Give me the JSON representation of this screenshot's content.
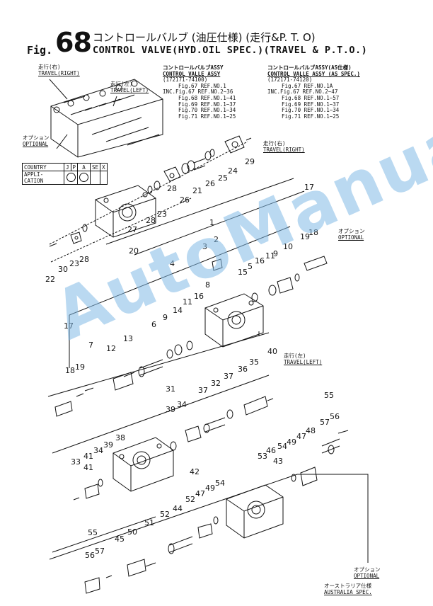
{
  "header": {
    "fig_prefix": "Fig.",
    "fig_number": "68",
    "title_jp": "コントロールバルブ (油圧仕様) (走行&P. T. O)",
    "title_en": "CONTROL VALVE(HYD.OIL SPEC.)(TRAVEL & P.T.O.)"
  },
  "assy_left": {
    "title_jp": "コントロールバルブASSY",
    "title_en": "CONTROL VALLE ASSY",
    "part_no": "(172171-74100)",
    "refs": [
      "Fig.67 REF.NO.1",
      "INC.Fig.67 REF.NO.2~36",
      "Fig.68 REF.NO.1~41",
      "Fig.69 REF.NO.1~37",
      "Fig.70 REF.NO.1~34",
      "Fig.71 REF.NO.1~25"
    ]
  },
  "assy_right": {
    "title_jp": "コントロールバルブASSY(AS仕様)",
    "title_en": "CONTROL VALLE ASSY (AS SPEC.)",
    "part_no": "(172171-74120)",
    "refs": [
      "Fig.67 REF.NO.1A",
      "INC.Fig.67 REF.NO.2~47",
      "Fig.68 REF.NO.1~57",
      "Fig.69 REF.NO.1~37",
      "Fig.70 REF.NO.1~34",
      "Fig.71 REF.NO.1~25"
    ]
  },
  "callouts": {
    "travel_right_top_jp": "走行(右)",
    "travel_right_top_en": "TRAVEL(RIGHT)",
    "travel_left_top_jp": "走行(左)",
    "travel_left_top_en": "TRAVEL(LEFT)",
    "option_top_jp": "オプション",
    "option_top_en": "OPTIONAL",
    "travel_right_mid_jp": "走行(右)",
    "travel_right_mid_en": "TRAVEL(RIGHT)",
    "option_mid_jp": "オプション",
    "option_mid_en": "OPTIONAL",
    "travel_left_mid_jp": "走行(左)",
    "travel_left_mid_en": "TRAVEL(LEFT)",
    "option_bottom_jp": "オプション",
    "option_bottom_en": "OPTIONAL",
    "australia_jp": "オーストラリア仕様",
    "australia_en": "AUSTRALIA SPEC."
  },
  "country_table": {
    "header_label": "COUNTRY",
    "columns": [
      "J",
      "P",
      "A",
      "SE",
      "X"
    ],
    "row_label_line1": "APPLI-",
    "row_label_line2": "CATION"
  },
  "watermark": "AutoManual",
  "part_numbers": [
    {
      "n": "29"
    },
    {
      "n": "24"
    },
    {
      "n": "25"
    },
    {
      "n": "26"
    },
    {
      "n": "21"
    },
    {
      "n": "28"
    },
    {
      "n": "23"
    },
    {
      "n": "26"
    },
    {
      "n": "28"
    },
    {
      "n": "27"
    },
    {
      "n": "20"
    },
    {
      "n": "30"
    },
    {
      "n": "23"
    },
    {
      "n": "28"
    },
    {
      "n": "22"
    },
    {
      "n": "17"
    },
    {
      "n": "18"
    },
    {
      "n": "19"
    },
    {
      "n": "1"
    },
    {
      "n": "2"
    },
    {
      "n": "3"
    },
    {
      "n": "4"
    },
    {
      "n": "9"
    },
    {
      "n": "10"
    },
    {
      "n": "11"
    },
    {
      "n": "16"
    },
    {
      "n": "5"
    },
    {
      "n": "15"
    },
    {
      "n": "8"
    },
    {
      "n": "16"
    },
    {
      "n": "11"
    },
    {
      "n": "14"
    },
    {
      "n": "9"
    },
    {
      "n": "6"
    },
    {
      "n": "13"
    },
    {
      "n": "12"
    },
    {
      "n": "7"
    },
    {
      "n": "17"
    },
    {
      "n": "18"
    },
    {
      "n": "19"
    },
    {
      "n": "40"
    },
    {
      "n": "35"
    },
    {
      "n": "36"
    },
    {
      "n": "37"
    },
    {
      "n": "32"
    },
    {
      "n": "37"
    },
    {
      "n": "31"
    },
    {
      "n": "34"
    },
    {
      "n": "39"
    },
    {
      "n": "41"
    },
    {
      "n": "38"
    },
    {
      "n": "39"
    },
    {
      "n": "34"
    },
    {
      "n": "41"
    },
    {
      "n": "33"
    },
    {
      "n": "55"
    },
    {
      "n": "56"
    },
    {
      "n": "57"
    },
    {
      "n": "48"
    },
    {
      "n": "47"
    },
    {
      "n": "49"
    },
    {
      "n": "54"
    },
    {
      "n": "46"
    },
    {
      "n": "53"
    },
    {
      "n": "43"
    },
    {
      "n": "42"
    },
    {
      "n": "54"
    },
    {
      "n": "49"
    },
    {
      "n": "47"
    },
    {
      "n": "52"
    },
    {
      "n": "44"
    },
    {
      "n": "52"
    },
    {
      "n": "51"
    },
    {
      "n": "50"
    },
    {
      "n": "45"
    },
    {
      "n": "55"
    },
    {
      "n": "56"
    },
    {
      "n": "57"
    }
  ]
}
